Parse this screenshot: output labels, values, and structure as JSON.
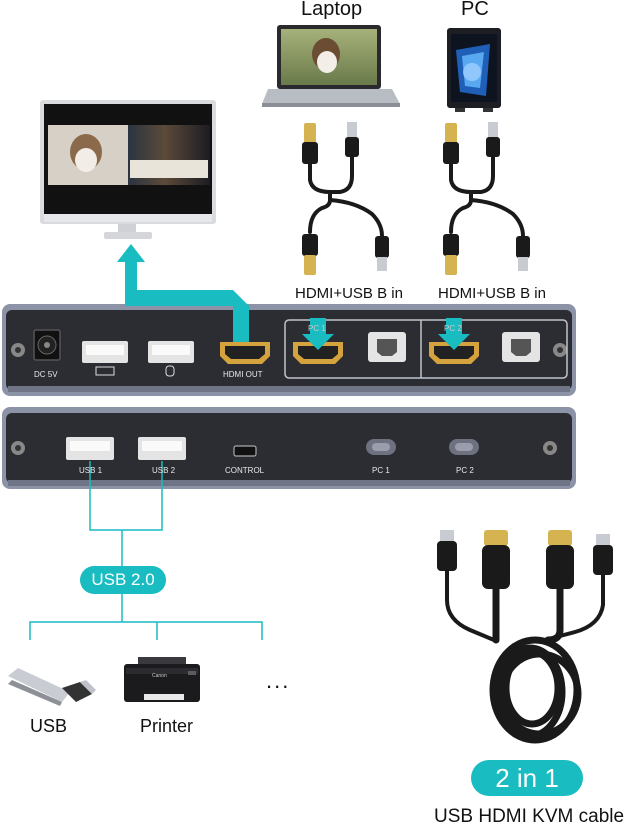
{
  "devices": {
    "laptop_label": "Laptop",
    "pc_label": "PC",
    "input1_label": "HDMI+USB B in",
    "input2_label": "HDMI+USB B in"
  },
  "rear_panel": {
    "dc_label": "DC 5V",
    "hdmi_out_label": "HDMI OUT",
    "pc1_tag": "PC 1",
    "pc2_tag": "PC 2"
  },
  "front_panel": {
    "usb1_label": "USB 1",
    "usb2_label": "USB 2",
    "control_label": "CONTROL",
    "pc1_label": "PC 1",
    "pc2_label": "PC 2"
  },
  "usb_hub": {
    "badge": "USB 2.0",
    "usb_label": "USB",
    "printer_label": "Printer",
    "more_label": "...",
    "printer_brand": "Canon"
  },
  "cable": {
    "badge": "2 in 1",
    "caption": "USB HDMI KVM cable"
  },
  "colors": {
    "accent": "#19bcc0",
    "panel": "#2b2d33",
    "panel_frame": "#8d93a6"
  }
}
